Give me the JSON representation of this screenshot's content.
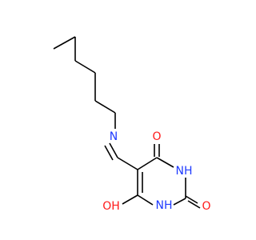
{
  "molecule": {
    "colors": {
      "bond": "#000000",
      "nitrogen": "#1f3bff",
      "oxygen": "#ff1a1a"
    },
    "atoms": {
      "imine_n": "N",
      "o_top": "O",
      "nh_right": "NH",
      "o_right": "O",
      "nh_bottom": "NH",
      "oh_bottom": "OH"
    }
  }
}
